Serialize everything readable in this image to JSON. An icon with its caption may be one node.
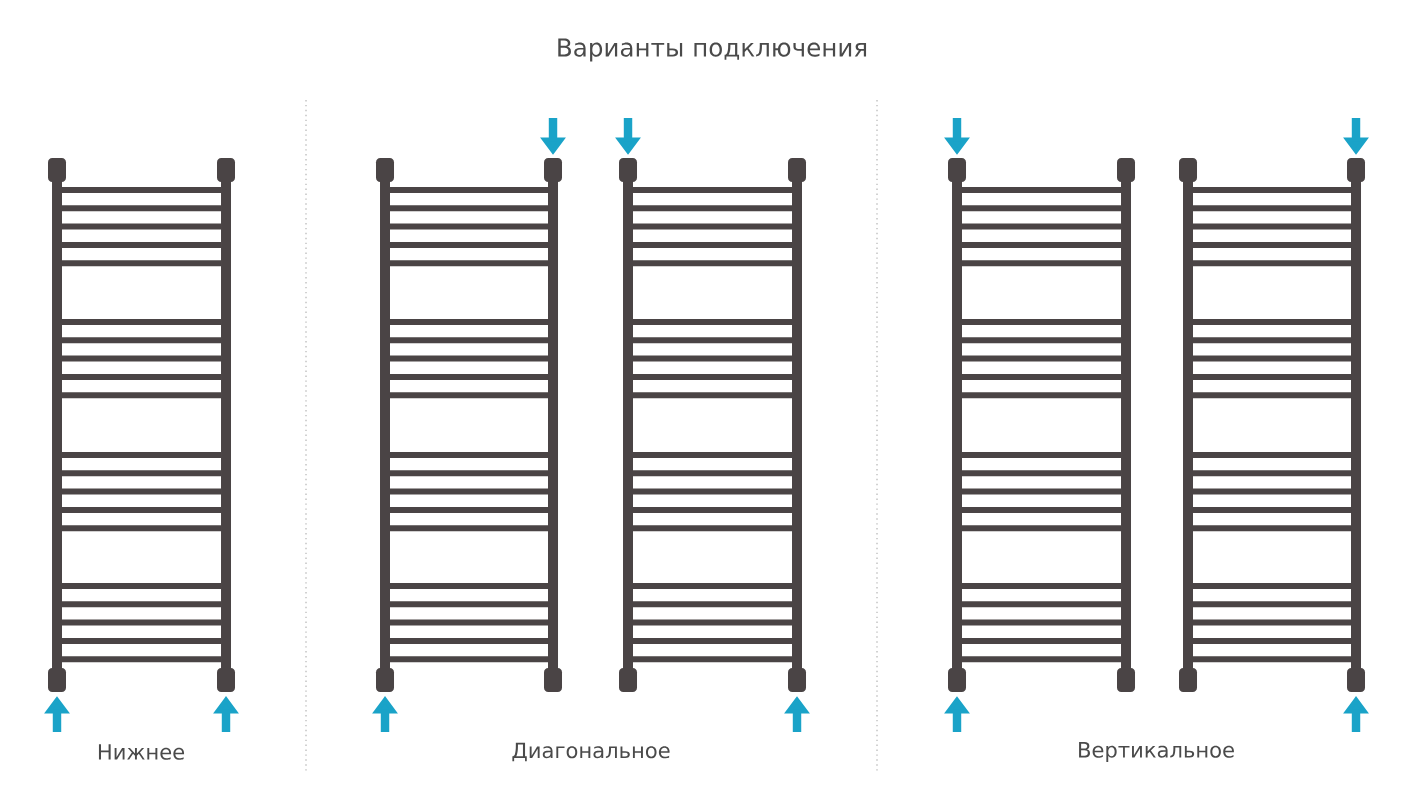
{
  "diagram": {
    "title": "Варианты подключения",
    "labels": [
      "Нижнее",
      "Диагональное",
      "Вертикальное"
    ]
  }
}
